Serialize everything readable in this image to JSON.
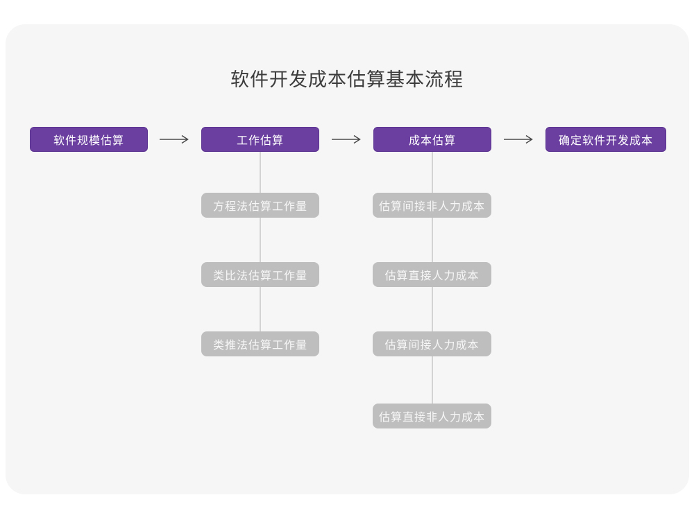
{
  "page": {
    "title": "软件开发成本估算基本流程"
  },
  "colors": {
    "card_background": "#F6F6F6",
    "stage_purple": "#6B3FA0",
    "sub_gray": "#BEBEBE",
    "arrow_gray": "#4A4A4A",
    "connector_gray": "#D3D3D3",
    "title_text": "#3C3C3C"
  },
  "flow": {
    "stages": [
      {
        "label": "软件规模估算"
      },
      {
        "label": "工作估算"
      },
      {
        "label": "成本估算"
      },
      {
        "label": "确定软件开发成本"
      }
    ],
    "columns": [
      {
        "parent": "工作估算",
        "items": [
          "方程法估算工作量",
          "类比法估算工作量",
          "类推法估算工作量"
        ]
      },
      {
        "parent": "成本估算",
        "items": [
          "估算间接非人力成本",
          "估算直接人力成本",
          "估算间接人力成本",
          "估算直接非人力成本"
        ]
      }
    ]
  }
}
